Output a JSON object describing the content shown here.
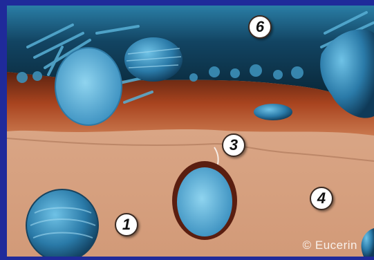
{
  "image": {
    "subject": "skin-layers-illustration",
    "markers": [
      {
        "id": "marker-1",
        "label": "1"
      },
      {
        "id": "marker-3",
        "label": "3"
      },
      {
        "id": "marker-4",
        "label": "4"
      },
      {
        "id": "marker-6",
        "label": "6"
      }
    ],
    "watermark": "© Eucerin",
    "colors": {
      "frame": "#1f2a9a",
      "surface_dark": "#0d2a3c",
      "surface_teal": "#1e5a78",
      "dermis_red": "#9a3a1c",
      "tissue": "#d9a888",
      "cell_blue": "#4fb0d8"
    }
  }
}
